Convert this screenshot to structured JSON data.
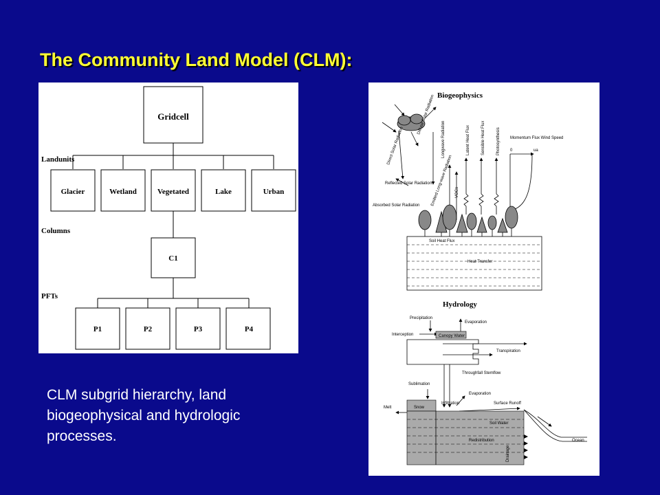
{
  "slide": {
    "title": "The Community Land Model (CLM):",
    "caption": "CLM subgrid hierarchy, land biogeophysical and hydrologic processes.",
    "colors": {
      "background": "#0a0a8c",
      "title": "#ffff33",
      "caption": "#ffffff"
    }
  },
  "hierarchy": {
    "levels": [
      "Landunits",
      "Columns",
      "PFTs"
    ],
    "root": "Gridcell",
    "landunits": [
      "Glacier",
      "Wetland",
      "Vegetated",
      "Lake",
      "Urban"
    ],
    "column": "C1",
    "pfts": [
      "P1",
      "P2",
      "P3",
      "P4"
    ]
  },
  "processes": {
    "biogeophysics": {
      "title": "Biogeophysics",
      "labels": {
        "diffuse": "Diffuse Solar Radiation",
        "direct": "Direct Solar Radiation",
        "longwave": "Longwave Radiation",
        "latent": "Latent Heat Flux",
        "sensible": "Sensible Heat Flux",
        "photosynthesis": "Photosynthesis",
        "momentum": "Momentum Flux Wind Speed",
        "reflected": "Reflected Solar Radiation",
        "emitted": "Emitted Long-wave Radiation",
        "vocs": "VOCs",
        "absorbed": "Absorbed Solar Radiation",
        "soil_heat": "Soil Heat Flux",
        "heat_transfer": "Heat Transfer",
        "zero": "0",
        "ua": "ua"
      }
    },
    "hydrology": {
      "title": "Hydrology",
      "labels": {
        "precipitation": "Precipitation",
        "evaporation": "Evaporation",
        "interception": "Interception",
        "canopy_water": "Canopy Water",
        "transpiration": "Transpiration",
        "throughfall": "Throughfall Stemflow",
        "sublimation": "Sublimation",
        "evaporation2": "Evaporation",
        "infiltration": "Infiltration",
        "surface_runoff": "Surface Runoff",
        "melt": "Melt",
        "snow": "Snow",
        "soil_water": "Soil Water",
        "redistribution": "Redistribution",
        "drainage": "Drainage",
        "ocean": "Ocean"
      }
    }
  }
}
